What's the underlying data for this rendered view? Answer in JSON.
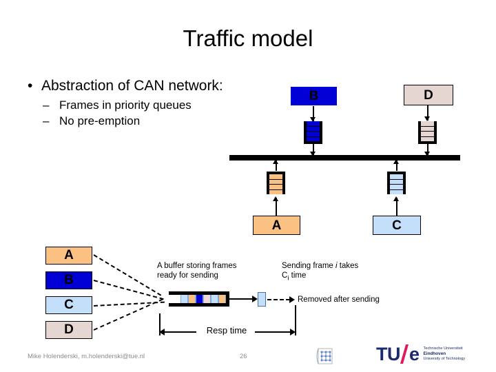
{
  "slide": {
    "title": "Traffic model",
    "page_number": "26",
    "footer": "Mike Holenderski, m.holenderski@tue.nl"
  },
  "bullets": {
    "level1": {
      "marker": "•",
      "text": "Abstraction of CAN network:"
    },
    "level2": [
      {
        "marker": "–",
        "text": "Frames in priority queues"
      },
      {
        "marker": "–",
        "text": "No pre-emption"
      }
    ]
  },
  "colors": {
    "node_a": "#fbc183",
    "node_b": "#0000d4",
    "node_c": "#c3dffa",
    "node_d": "#e5d6d1",
    "bus": "#000000",
    "frame_transit": "#c3dffa",
    "tue_blue": "#1c2a6b",
    "tue_pink": "#e1195c",
    "footer_gray": "#8c8c8c"
  },
  "network": {
    "nodes": [
      {
        "id": "B",
        "label": "B",
        "fill": "#0000d4",
        "text_color": "#000000",
        "position": "top-left"
      },
      {
        "id": "D",
        "label": "D",
        "fill": "#e5d6d1",
        "text_color": "#000000",
        "position": "top-right"
      },
      {
        "id": "A",
        "label": "A",
        "fill": "#fbc183",
        "text_color": "#000000",
        "position": "bottom-left"
      },
      {
        "id": "C",
        "label": "C",
        "fill": "#c3dffa",
        "text_color": "#000000",
        "position": "bottom-right"
      }
    ],
    "queues": [
      {
        "owner": "B",
        "fill": "#0000d4",
        "slots": 4,
        "direction": "down"
      },
      {
        "owner": "D",
        "fill": "#e5d6d1",
        "slots": 4,
        "direction": "down"
      },
      {
        "owner": "A",
        "fill": "#fbc183",
        "slots": 4,
        "direction": "up"
      },
      {
        "owner": "C",
        "fill": "#c3dffa",
        "slots": 4,
        "direction": "up"
      }
    ]
  },
  "legend": {
    "boxes": [
      {
        "label": "A",
        "fill": "#fbc183"
      },
      {
        "label": "B",
        "fill": "#0000d4"
      },
      {
        "label": "C",
        "fill": "#c3dffa"
      },
      {
        "label": "D",
        "fill": "#e5d6d1"
      }
    ],
    "buffer_caption_line1": "A buffer storing frames",
    "buffer_caption_line2": "ready for sending",
    "sending_caption_line1_pre": "Sending frame ",
    "sending_caption_line1_italic": "i",
    "sending_caption_line1_post": " takes",
    "sending_caption_line2_pre": "C",
    "sending_caption_line2_sub": "i",
    "sending_caption_line2_post": " time",
    "removed_caption": "Removed after sending",
    "resp_time_label": "Resp time"
  },
  "buffer": {
    "cells": [
      {
        "fill": "#c3dffa"
      },
      {
        "fill": "#fbc183"
      },
      {
        "fill": "#0000d4"
      },
      {
        "fill": "#f2d9d9"
      },
      {
        "fill": "#c3dffa"
      },
      {
        "fill": "#fbc183"
      }
    ],
    "transit_frame_fill": "#c3dffa"
  },
  "logo": {
    "tue_t": "TU",
    "tue_e": "e",
    "sub_line1": "Technische Universiteit",
    "sub_line2": "Eindhoven",
    "sub_line3": "University of Technology"
  }
}
